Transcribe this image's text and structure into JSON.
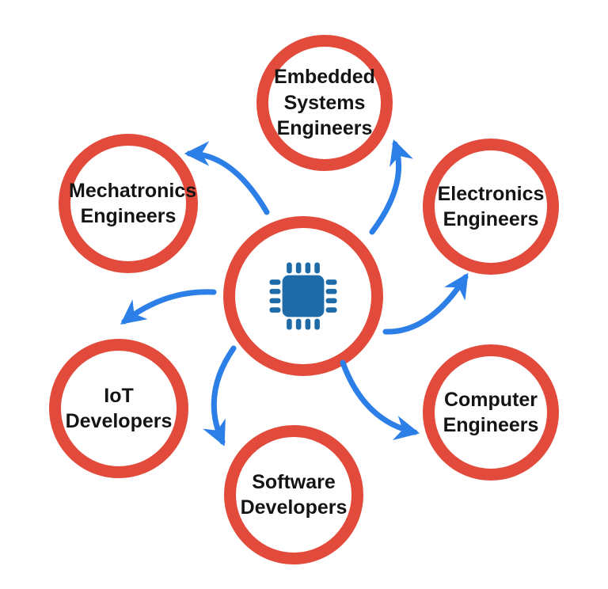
{
  "colors": {
    "bg": "#ffffff",
    "ring": "#E24B3B",
    "node-fill": "#ffffff",
    "arrow": "#2D7FE8",
    "chip": "#1E6BA8",
    "text": "#141414"
  },
  "center": {
    "icon_name": "microchip-icon"
  },
  "nodes": [
    {
      "id": "embedded-systems-engineers",
      "label": "Embedded Systems Engineers"
    },
    {
      "id": "electronics-engineers",
      "label": "Electronics Engineers"
    },
    {
      "id": "computer-engineers",
      "label": "Computer Engineers"
    },
    {
      "id": "software-developers",
      "label": "Software Developers"
    },
    {
      "id": "iot-developers",
      "label": "IoT Developers"
    },
    {
      "id": "mechatronics-engineers",
      "label": "Mechatronics Engineers"
    }
  ],
  "connections": [
    {
      "from": "microchip",
      "to": "Embedded Systems Engineers"
    },
    {
      "from": "microchip",
      "to": "Electronics Engineers"
    },
    {
      "from": "microchip",
      "to": "Computer Engineers"
    },
    {
      "from": "microchip",
      "to": "Software Developers"
    },
    {
      "from": "microchip",
      "to": "IoT Developers"
    },
    {
      "from": "microchip",
      "to": "Mechatronics Engineers"
    }
  ]
}
